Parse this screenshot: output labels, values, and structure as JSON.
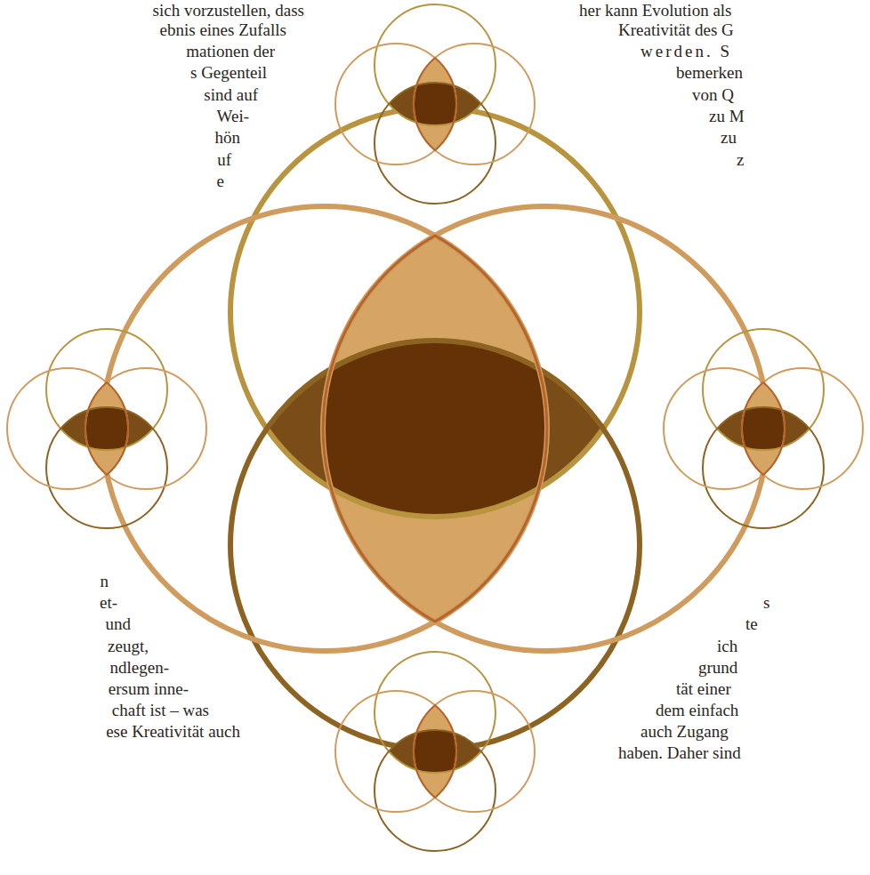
{
  "diagram": {
    "labels": [
      "sich vorzustellen, dass",
      "ebnis eines Zufalls",
      "mationen der",
      "s Gegenteil",
      "sind auf",
      "Wei-",
      "hön",
      "uf",
      "e",
      "her kann Evolution als",
      "Kreativität des G",
      "werden. S",
      "bemerken",
      "von Q",
      "zu M",
      "zu",
      "z",
      "n",
      "et-",
      "und",
      "zeugt,",
      "ndlegen-",
      "ersum inne-",
      "chaft ist – was",
      "ese Kreativität auch",
      "s",
      "te",
      "ich",
      "grund",
      "tät einer",
      "dem einfach",
      "auch Zugang",
      "haben. Daher sind"
    ]
  }
}
